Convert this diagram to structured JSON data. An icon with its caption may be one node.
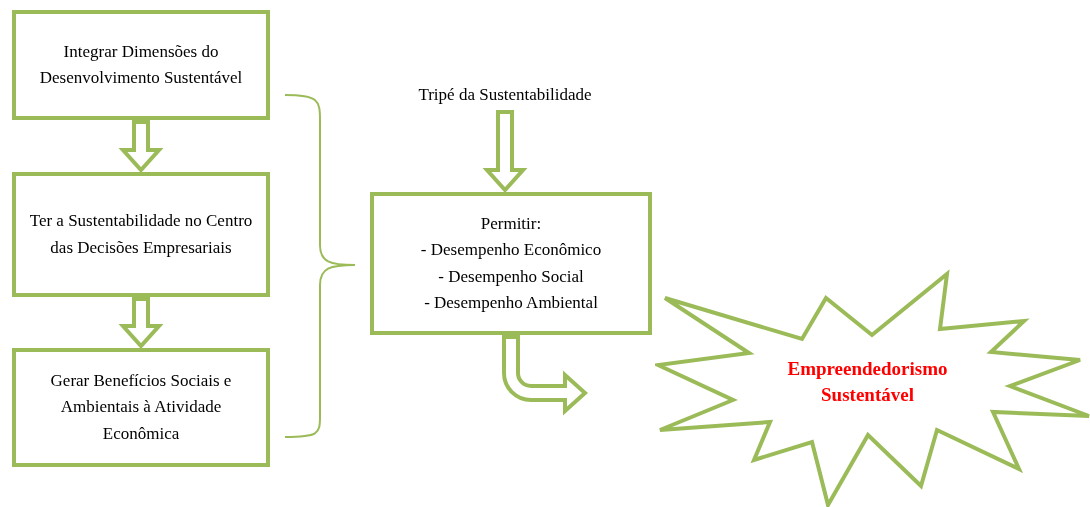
{
  "diagram": {
    "nodes": [
      {
        "text": [
          "Integrar Dimensões do Desenvolvimento Sustentável"
        ]
      },
      {
        "text": [
          "Ter a Sustentabilidade no Centro das Decisões Empresariais"
        ]
      },
      {
        "text": [
          "Gerar Benefícios Sociais e Ambientais à Atividade Econômica"
        ]
      },
      {
        "text": [
          "Tripé da Sustentabilidade"
        ]
      },
      {
        "text": [
          "Permitir:",
          "- Desempenho Econômico",
          "- Desempenho Social",
          "- Desempenho Ambiental"
        ]
      },
      {
        "text": [
          "Empreendedorismo Sustentável"
        ]
      }
    ],
    "edges": [
      {
        "from": 0,
        "to": 1,
        "arrow": "to"
      },
      {
        "from": 1,
        "to": 2,
        "arrow": "to"
      },
      {
        "from": 3,
        "to": 4,
        "arrow": "to"
      },
      {
        "from": 4,
        "to": 5,
        "arrow": "to"
      }
    ]
  }
}
